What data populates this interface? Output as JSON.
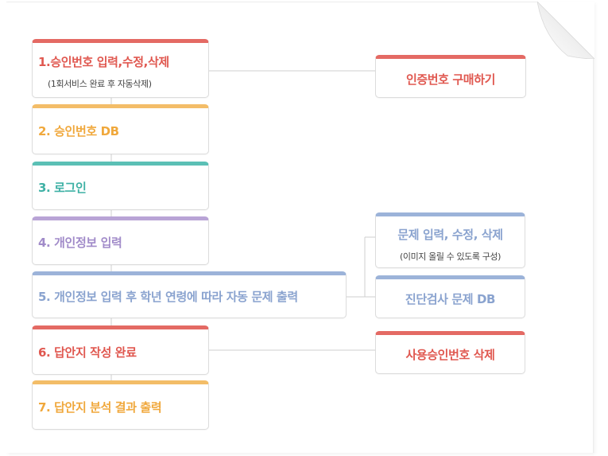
{
  "steps": [
    {
      "label": "1.승인번호 입력,수정,삭제",
      "sub": "(1회서비스 완료 후 자동삭제)"
    },
    {
      "label": "2. 승인번호 DB"
    },
    {
      "label": "3. 로그인"
    },
    {
      "label": "4. 개인정보 입력"
    },
    {
      "label": "5. 개인정보 입력 후 학년 연령에 따라 자동 문제 출력"
    },
    {
      "label": "6. 답안지 작성 완료"
    },
    {
      "label": "7. 답안지 분석 결과 출력"
    }
  ],
  "side": [
    {
      "label": "인증번호 구매하기"
    },
    {
      "label": "문제 입력, 수정, 삭제",
      "sub": "(이미지 올릴 수 있도록 구성)"
    },
    {
      "label": "진단검사 문제 DB"
    },
    {
      "label": "사용승인번호 삭제"
    }
  ],
  "colors": {
    "red": "#e46a64",
    "yellow": "#f3bd68",
    "teal": "#5bc0b5",
    "purple": "#b9a4d6",
    "blue": "#9cb3d9",
    "connector": "#cfcfcf"
  }
}
